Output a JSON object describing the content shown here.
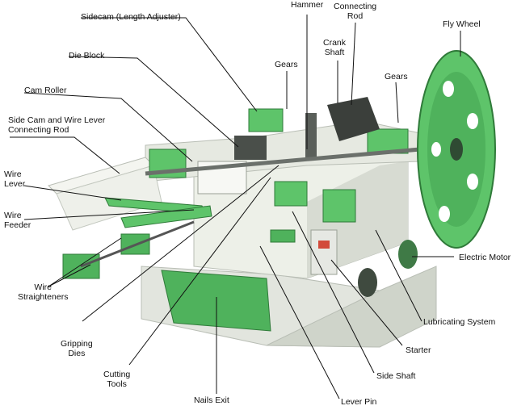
{
  "labels": {
    "sidecam": "Sidecam (Length Adjuster)",
    "hammer": "Hammer",
    "connecting_rod": "Connecting\nRod",
    "fly_wheel": "Fly Wheel",
    "die_block": "Die Block",
    "crank_shaft": "Crank\nShaft",
    "gears_left": "Gears",
    "gears_right": "Gears",
    "cam_roller": "Cam Roller",
    "side_cam_wire_lever": "Side Cam and Wire Lever\nConnecting Rod",
    "wire_lever": "Wire\nLever",
    "wire_feeder": "Wire\nFeeder",
    "electric_motor": "Electric Motor",
    "wire_straighteners": "Wire\nStraighteners",
    "lubricating_system": "Lubricating System",
    "gripping_dies": "Gripping\nDies",
    "starter": "Starter",
    "cutting_tools": "Cutting\nTools",
    "side_shaft": "Side Shaft",
    "nails_exit": "Nails Exit",
    "lever_pin": "Lever Pin"
  },
  "colors": {
    "machine_body": "#e9ece4",
    "machine_shadow": "#c9cec4",
    "accent_green": "#5ec46a",
    "dark_green": "#3a9a4a",
    "metal_dark": "#3b3f3b",
    "leader_line": "#111111"
  }
}
